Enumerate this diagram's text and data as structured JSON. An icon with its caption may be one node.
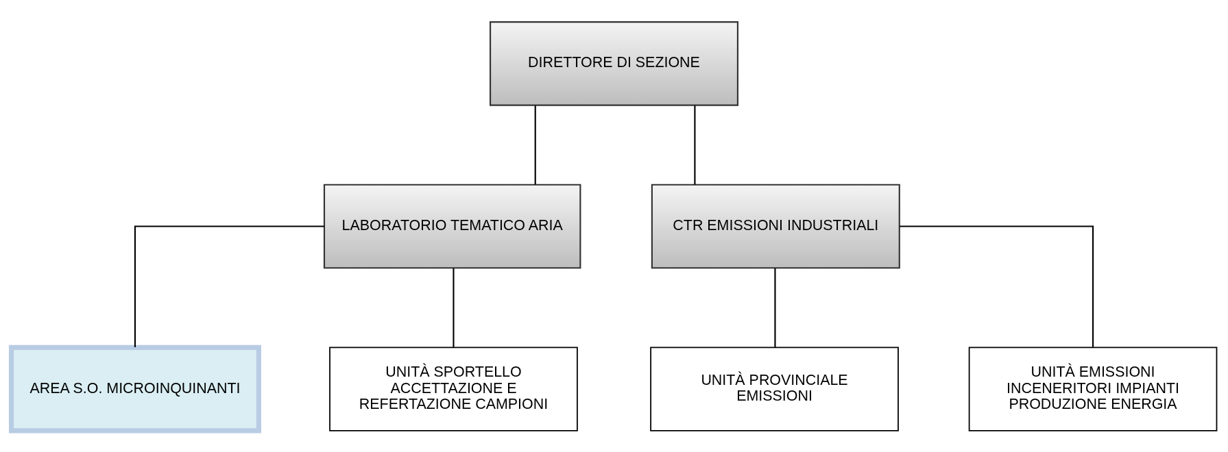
{
  "diagram": {
    "nodes": [
      {
        "text": [
          "DIRETTORE DI SEZIONE"
        ]
      },
      {
        "text": [
          "LABORATORIO TEMATICO ARIA"
        ]
      },
      {
        "text": [
          "CTR EMISSIONI INDUSTRIALI"
        ]
      },
      {
        "text": [
          "AREA S.O. MICROINQUINANTI"
        ]
      },
      {
        "text": [
          "UNITÀ SPORTELLO ACCETTAZIONE E REFERTAZIONE CAMPIONI"
        ]
      },
      {
        "text": [
          "UNITÀ PROVINCIALE EMISSIONI"
        ]
      },
      {
        "text": [
          "UNITÀ EMISSIONI INCENERITORI IMPIANTI PRODUZIONE ENERGIA"
        ]
      }
    ],
    "edges": [
      {
        "from": 0,
        "to": 1,
        "arrow": "none"
      },
      {
        "from": 0,
        "to": 2,
        "arrow": "none"
      },
      {
        "from": 1,
        "to": 3,
        "arrow": "none"
      },
      {
        "from": 1,
        "to": 4,
        "arrow": "none"
      },
      {
        "from": 2,
        "to": 5,
        "arrow": "none"
      },
      {
        "from": 2,
        "to": 6,
        "arrow": "none"
      }
    ]
  }
}
